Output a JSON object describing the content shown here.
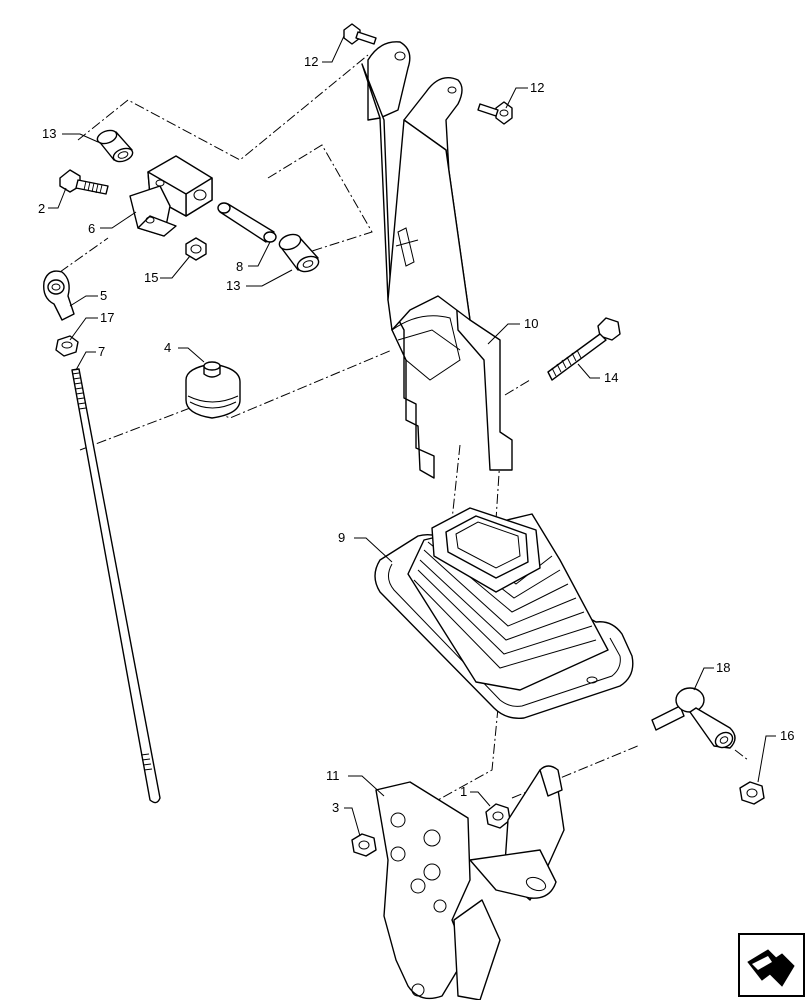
{
  "callouts": {
    "c1": "1",
    "c2": "2",
    "c3": "3",
    "c4": "4",
    "c5": "5",
    "c6": "6",
    "c7": "7",
    "c8": "8",
    "c9": "9",
    "c10": "10",
    "c11": "11",
    "c12a": "12",
    "c12b": "12",
    "c13a": "13",
    "c13b": "13",
    "c14": "14",
    "c15": "15",
    "c16": "16",
    "c17": "17",
    "c18": "18"
  },
  "nav_icon": "next-page-arrow-icon"
}
